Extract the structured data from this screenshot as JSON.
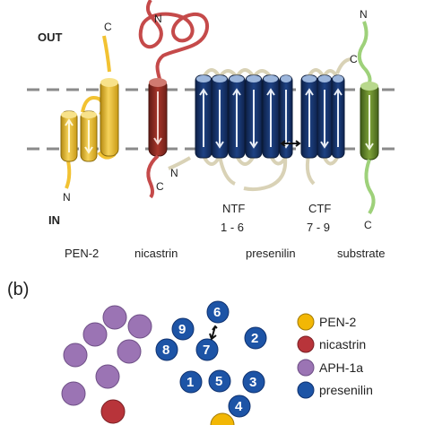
{
  "panel_a": {
    "out_label": "OUT",
    "in_label": "IN",
    "pen2": {
      "label": "PEN-2",
      "c_term": "C",
      "n_term": "N"
    },
    "nicastrin": {
      "label": "nicastrin",
      "n_term": "N",
      "c_term": "C"
    },
    "presenilin": {
      "label": "presenilin",
      "n_term": "N",
      "ntf_label": "NTF",
      "ntf_range": "1 - 6",
      "ctf_label": "CTF",
      "ctf_range": "7 - 9",
      "c_term": "C"
    },
    "substrate": {
      "label": "substrate",
      "n_term": "N",
      "c_term": "C"
    }
  },
  "panel_b": {
    "label": "(b)",
    "presenilin_numbers": [
      "9",
      "6",
      "8",
      "7",
      "2",
      "1",
      "5",
      "3",
      "4"
    ],
    "legend": [
      {
        "label": "PEN-2",
        "color": "#f2b705"
      },
      {
        "label": "nicastrin",
        "color": "#b8343a"
      },
      {
        "label": "APH-1a",
        "color": "#9b74b4"
      },
      {
        "label": "presenilin",
        "color": "#1d54a6"
      }
    ]
  },
  "colors": {
    "pen2": "#e9b320",
    "nicastrin": "#8f2a22",
    "presenilin": "#142f63",
    "substrate": "#5d7f2a",
    "loop": "#d9d2b6",
    "membrane_dash": "#8a8a8a"
  }
}
